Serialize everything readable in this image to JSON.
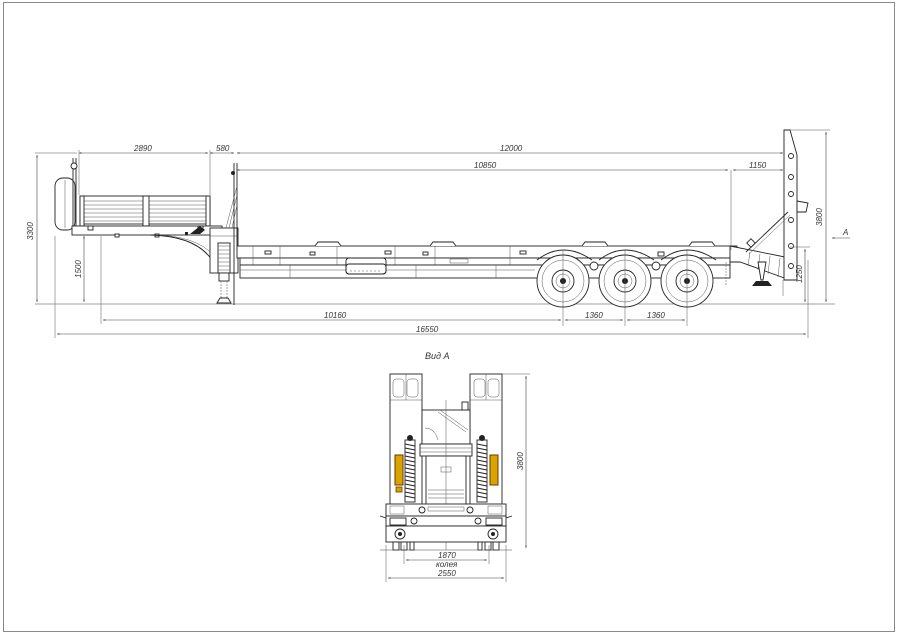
{
  "drawing": {
    "subject": "Low-bed semi-trailer, three-axle, general arrangement",
    "side_view": {
      "dimensions": {
        "gooseneck_deck_length": "2890",
        "gooseneck_step": "580",
        "main_deck_length": "12000",
        "main_deck_usable_length": "10850",
        "ramp_overhang": "1150",
        "overall_height_front": "3300",
        "fifth_wheel_height": "1500",
        "ramp_height": "3800",
        "deck_height": "1250",
        "kingpin_to_first_axle": "10160",
        "axle_spacing_1": "1360",
        "axle_spacing_2": "1360",
        "overall_length": "16550"
      },
      "view_arrow_label": "A"
    },
    "rear_view": {
      "title": "Вид А",
      "dimensions": {
        "height": "3800",
        "track_width": "1870",
        "track_label": "колея",
        "overall_width": "2550"
      }
    },
    "colors": {
      "line": "#222222",
      "frame_border": "#8a8a8a",
      "reflector": "#d9a400",
      "reflector_outline": "#6b3a00"
    }
  }
}
